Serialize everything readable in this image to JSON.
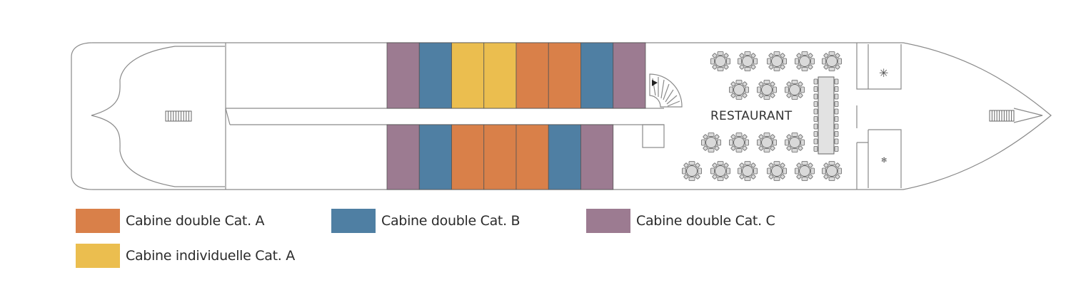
{
  "colors": {
    "cat_a_double": "#d98049",
    "cat_b_double": "#4f7fa3",
    "cat_c_double": "#9c7b91",
    "cat_a_single": "#ebbe4f",
    "outline": "#8a8a8a"
  },
  "deck": {
    "restaurant_label": "RESTAURANT",
    "cabins_top": [
      "cat_c_double",
      "cat_b_double",
      "cat_a_single",
      "cat_a_single",
      "cat_a_double",
      "cat_a_double",
      "cat_b_double",
      "cat_c_double"
    ],
    "cabins_bottom": [
      "cat_c_double",
      "cat_b_double",
      "cat_a_double",
      "cat_a_double",
      "cat_a_double",
      "cat_b_double",
      "cat_c_double"
    ]
  },
  "legend": {
    "items": [
      {
        "key": "cat_a_double",
        "label": "Cabine double Cat. A"
      },
      {
        "key": "cat_b_double",
        "label": "Cabine double Cat. B"
      },
      {
        "key": "cat_c_double",
        "label": "Cabine double Cat. C"
      },
      {
        "key": "cat_a_single",
        "label": "Cabine individuelle Cat. A"
      }
    ]
  }
}
